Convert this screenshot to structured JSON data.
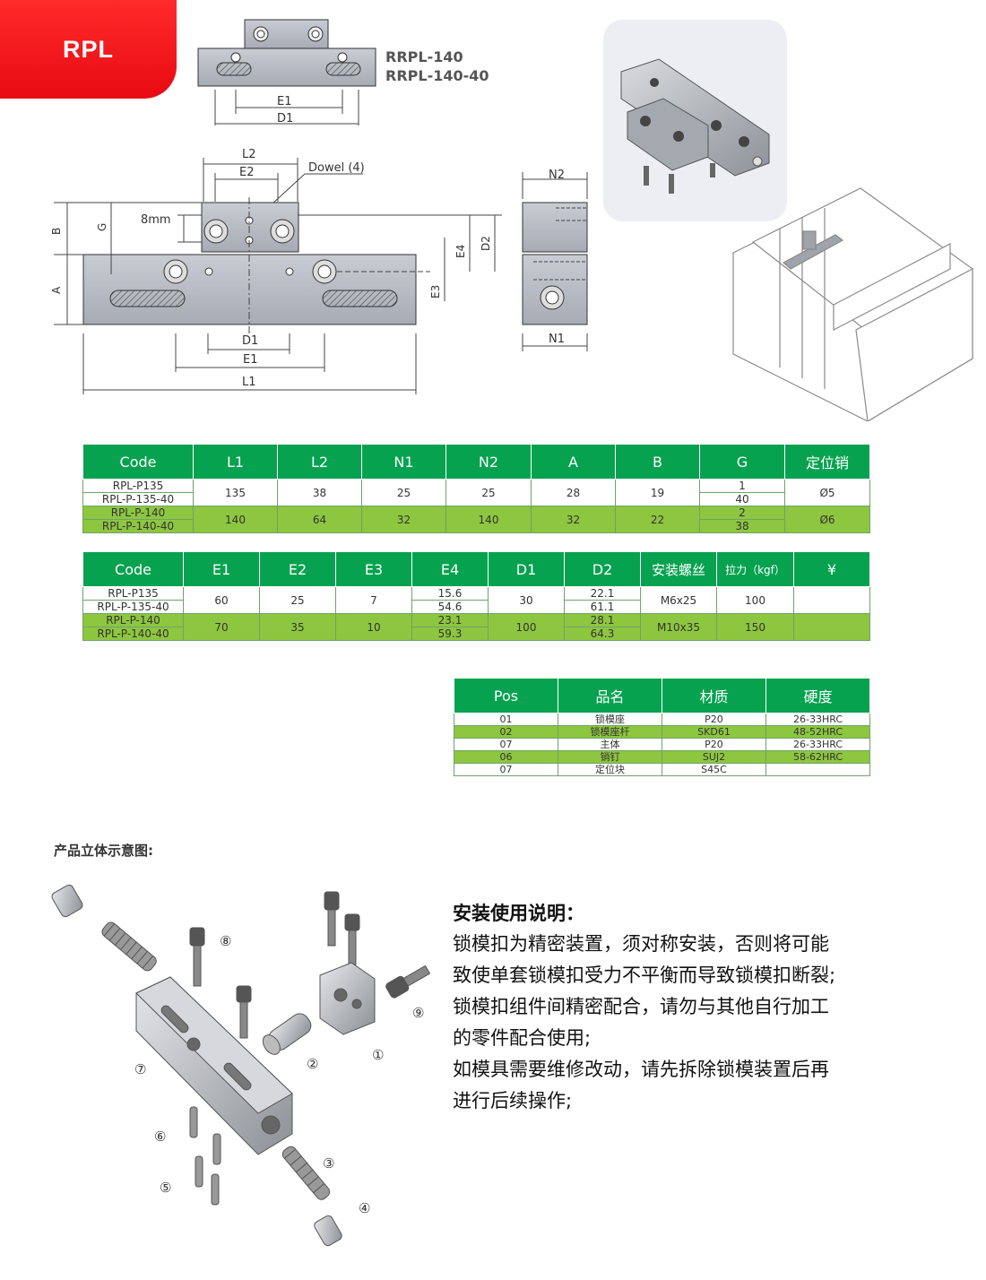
{
  "badge": "RPL",
  "models": [
    "RRPL-140",
    "RRPL-140-40"
  ],
  "drawing_labels": {
    "E1": "E1",
    "D1": "D1",
    "L1": "L1",
    "L2": "L2",
    "E2": "E2",
    "dowel": "Dowel (4)",
    "mm8": "8mm",
    "N1": "N1",
    "N2": "N2",
    "A": "A",
    "B": "B",
    "G": "G",
    "E3": "E3",
    "E4": "E4",
    "D2": "D2"
  },
  "table1": {
    "headers": [
      "Code",
      "L1",
      "L2",
      "N1",
      "N2",
      "A",
      "B",
      "G",
      "定位销"
    ],
    "rows": [
      {
        "code": [
          "RPL-P135",
          "RPL-P-135-40"
        ],
        "L1": "135",
        "L2": "38",
        "N1": "25",
        "N2": "25",
        "A": "28",
        "B": "19",
        "G": [
          "1",
          "40"
        ],
        "pin": "Ø5"
      },
      {
        "code": [
          "RPL-P-140",
          "RPL-P-140-40"
        ],
        "L1": "140",
        "L2": "64",
        "N1": "32",
        "N2": "140",
        "A": "32",
        "B": "22",
        "G": [
          "2",
          "38"
        ],
        "pin": "Ø6"
      }
    ]
  },
  "table2": {
    "headers": [
      "Code",
      "E1",
      "E2",
      "E3",
      "E4",
      "D1",
      "D2",
      "安装螺丝",
      "拉力（kgf）",
      "¥"
    ],
    "rows": [
      {
        "code": [
          "RPL-P135",
          "RPL-P-135-40"
        ],
        "E1": "60",
        "E2": "25",
        "E3": "7",
        "E4": [
          "15.6",
          "54.6"
        ],
        "D1": "30",
        "D2": [
          "22.1",
          "61.1"
        ],
        "screw": "M6x25",
        "force": "100",
        "price": ""
      },
      {
        "code": [
          "RPL-P-140",
          "RPL-P-140-40"
        ],
        "E1": "70",
        "E2": "35",
        "E3": "10",
        "E4": [
          "23.1",
          "59.3"
        ],
        "D1": "100",
        "D2": [
          "28.1",
          "64.3"
        ],
        "screw": "M10x35",
        "force": "150",
        "price": ""
      }
    ]
  },
  "table3": {
    "headers": [
      "Pos",
      "品名",
      "材质",
      "硬度"
    ],
    "rows": [
      [
        "01",
        "锁模座",
        "P20",
        "26-33HRC"
      ],
      [
        "02",
        "锁模座杆",
        "SKD61",
        "48-52HRC"
      ],
      [
        "07",
        "主体",
        "P20",
        "26-33HRC"
      ],
      [
        "06",
        "销钉",
        "SUJ2",
        "58-62HRC"
      ],
      [
        "07",
        "定位块",
        "S45C",
        ""
      ]
    ]
  },
  "caption": "产品立体示意图:",
  "part_numbers": [
    "①",
    "②",
    "③",
    "④",
    "⑤",
    "⑥",
    "⑦",
    "⑧",
    "⑨"
  ],
  "instructions": {
    "title": "安装使用说明：",
    "lines": [
      "锁模扣为精密装置，须对称安装，否则将可能",
      "致使单套锁模扣受力不平衡而导致锁模扣断裂;",
      "锁模扣组件间精密配合，请勿与其他自行加工",
      "的零件配合使用;",
      "如模具需要维修改动，请先拆除锁模装置后再",
      "进行后续操作;"
    ]
  },
  "colors": {
    "badge": "#e80a12",
    "header": "#06a24f",
    "row_highlight": "#8dc63f"
  }
}
